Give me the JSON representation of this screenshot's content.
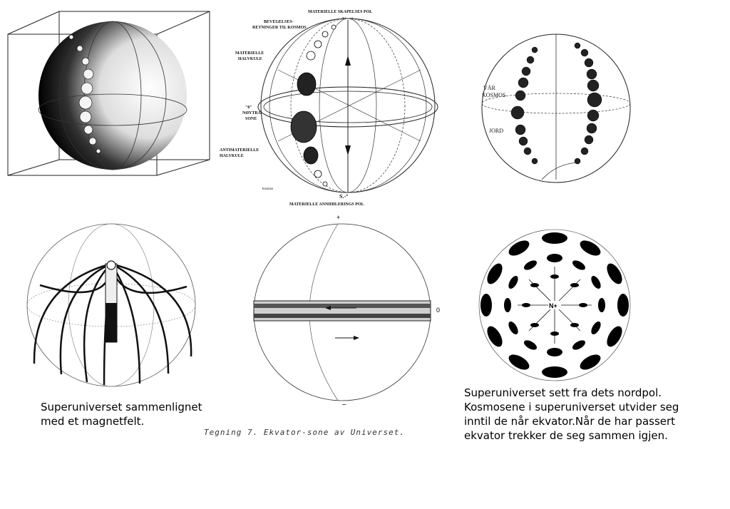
{
  "diagram1": {},
  "diagram2": {
    "top_label": "MATERIELLE SKAPELSES POL",
    "north": "N.+°",
    "movement_label_1": "BEVEGELSES-",
    "movement_label_2": "RETNINGER TIL KOSMOS",
    "material_half_1": "MATERIELLE",
    "material_half_2": "HALVKULE",
    "neutral_1": "\"0\"",
    "neutral_2": "NØYTRAL",
    "neutral_3": "SONE",
    "antimaterial_1": "ANTIMATERIELLE",
    "antimaterial_2": "HALVKULE",
    "cosmos_small": "kosmos",
    "south": "S.-°",
    "bottom_label": "MATERIELLE ANNIHILERINGS POL"
  },
  "diagram3": {
    "var_label_1": "VÅR",
    "var_label_2": "KOSMOS",
    "earth_label": "JORD"
  },
  "diagram4": {
    "caption_line1": "Superuniverset  sammenlignet",
    "caption_line2": "med et magnetfelt."
  },
  "diagram5": {
    "plus": "+",
    "minus": "–",
    "zero": "0",
    "handwritten": "Tegning 7.  Ekvator-sone av Universet."
  },
  "diagram6": {
    "north": "N+",
    "caption_line1": "Superuniverset sett fra dets nordpol.",
    "caption_line2": "Kosmosene i superuniverset utvider seg",
    "caption_line3": "inntil de når ekvator.Når de har passert",
    "caption_line4": "ekvator trekker de seg sammen igjen."
  }
}
